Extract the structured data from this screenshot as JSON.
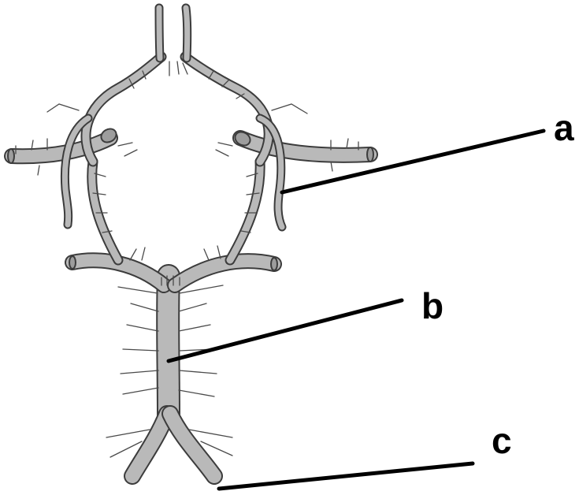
{
  "labels": {
    "a": "a",
    "b": "b",
    "c": "c"
  },
  "colors": {
    "vessel_outline": "#3c3c3c",
    "vessel_fill": "#b9b9b9",
    "leader_line": "#000000",
    "background": "#ffffff"
  }
}
